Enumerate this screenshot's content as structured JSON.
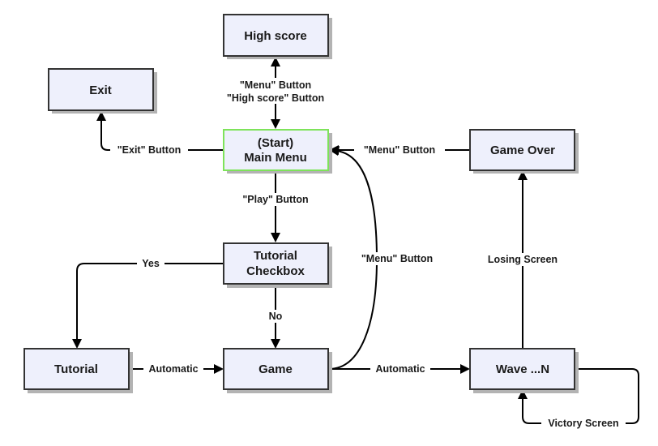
{
  "diagram": {
    "nodes": {
      "high_score": {
        "label": "High score"
      },
      "exit": {
        "label": "Exit"
      },
      "main_menu": {
        "label_line1": "(Start)",
        "label_line2": "Main Menu",
        "border_color": "#7ee35a"
      },
      "game_over": {
        "label": "Game Over"
      },
      "tutorial_checkbox": {
        "label_line1": "Tutorial",
        "label_line2": "Checkbox"
      },
      "tutorial": {
        "label": "Tutorial"
      },
      "game": {
        "label": "Game"
      },
      "wave": {
        "label": "Wave ...N"
      }
    },
    "edges": {
      "menu_highscore": {
        "label_line1": "\"Menu\" Button",
        "label_line2": "\"High score\" Button"
      },
      "exit_button": {
        "label": "\"Exit\" Button"
      },
      "gameover_menu": {
        "label": "\"Menu\" Button"
      },
      "play_button": {
        "label": "\"Play\" Button"
      },
      "yes": {
        "label": "Yes"
      },
      "no": {
        "label": "No"
      },
      "game_menu": {
        "label": "\"Menu\" Button"
      },
      "losing": {
        "label": "Losing Screen"
      },
      "tutorial_game": {
        "label": "Automatic"
      },
      "game_wave": {
        "label": "Automatic"
      },
      "victory": {
        "label": "Victory Screen"
      }
    },
    "colors": {
      "node_fill": "#eef0fc",
      "node_border": "#333333",
      "start_border": "#7ee35a",
      "shadow": "#b3b3b3"
    }
  }
}
